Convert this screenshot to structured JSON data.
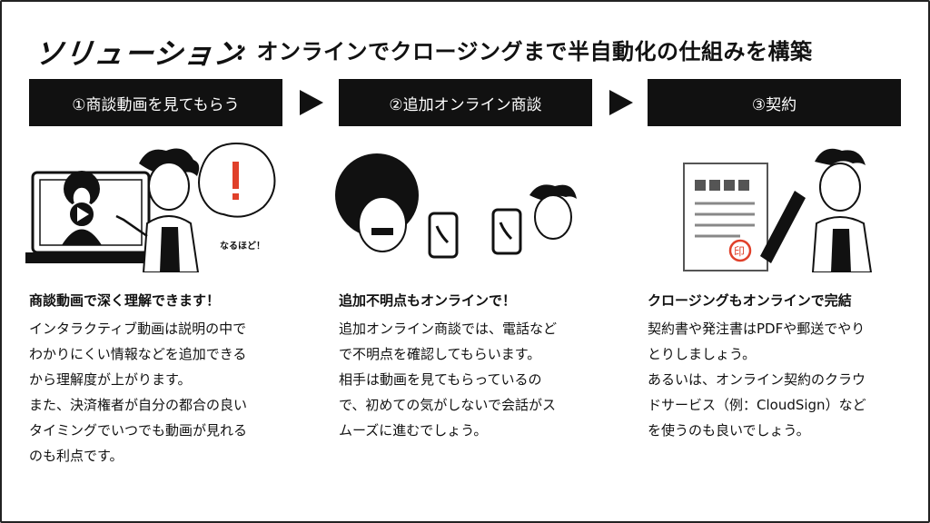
{
  "header": {
    "logo_text": "ソリューション",
    "headline": "：オンラインでクロージングまで半自動化の仕組みを構築"
  },
  "steps": [
    {
      "label": "①商談動画を見てもらう"
    },
    {
      "label": "②追加オンライン商談"
    },
    {
      "label": "③契約"
    }
  ],
  "illustrations": {
    "speech_text": "なるほど！",
    "seal_text": "印"
  },
  "columns": [
    {
      "title": "商談動画で深く理解できます！",
      "lines": [
        "インタラクティブ動画は説明の中で",
        "わかりにくい情報などを追加できる",
        "から理解度が上がります。",
        "また、決済権者が自分の都合の良い",
        "タイミングでいつでも動画が見れる",
        "のも利点です。"
      ]
    },
    {
      "title": "追加不明点もオンラインで！",
      "lines": [
        "追加オンライン商談では、電話など",
        "で不明点を確認してもらいます。",
        "相手は動画を見てもらっているの",
        "で、初めての気がしないで会話がス",
        "ムーズに進むでしょう。"
      ]
    },
    {
      "title": "クロージングもオンラインで完結",
      "lines": [
        "契約書や発注書はPDFや郵送でやり",
        "とりしましょう。",
        "あるいは、オンライン契約のクラウ",
        "ドサービス（例：CloudSign）など",
        "を使うのも良いでしょう。"
      ]
    }
  ],
  "colors": {
    "accent": "#e0402a",
    "ink": "#111111"
  }
}
